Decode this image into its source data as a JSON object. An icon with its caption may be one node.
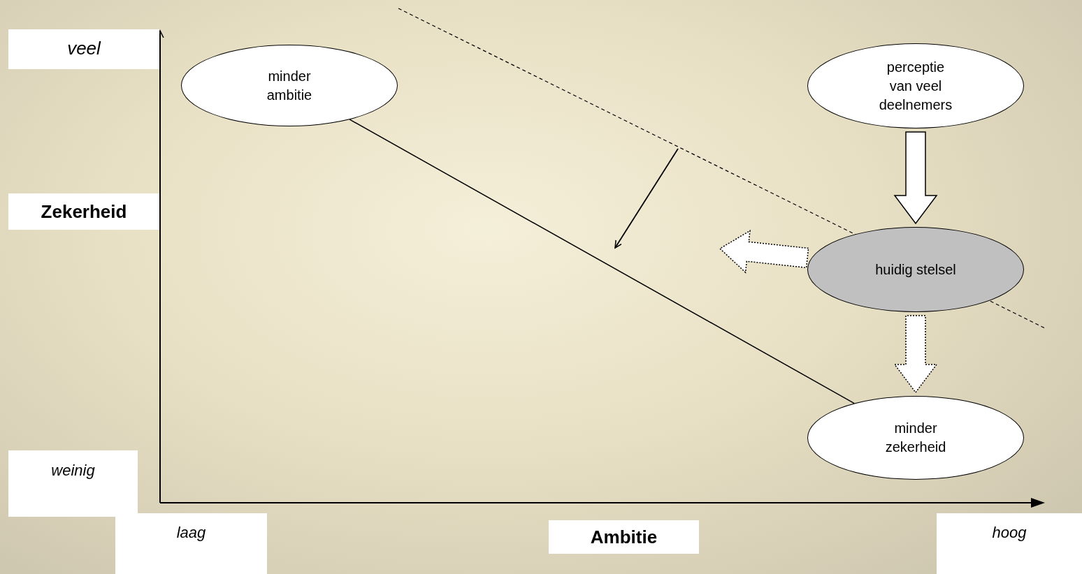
{
  "diagram": {
    "nodes": [
      {
        "text": [
          "minder ambitie"
        ]
      },
      {
        "text": [
          "perceptie van veel deelnemers"
        ]
      },
      {
        "text": [
          "huidig stelsel"
        ]
      },
      {
        "text": [
          "minder zekerheid"
        ]
      }
    ],
    "edges": [
      {
        "from": 0,
        "to": 3,
        "arrow": "none"
      },
      {
        "from": 1,
        "to": 2,
        "arrow": "to",
        "style": "thick"
      },
      {
        "from": 2,
        "to": null,
        "arrow": "to",
        "style": "dashed"
      },
      {
        "from": 2,
        "to": 3,
        "arrow": "to",
        "style": "dashed"
      }
    ],
    "labels": [
      "veel",
      "Zekerheid",
      "weinig",
      "laag",
      "Ambitie",
      "hoog"
    ]
  }
}
